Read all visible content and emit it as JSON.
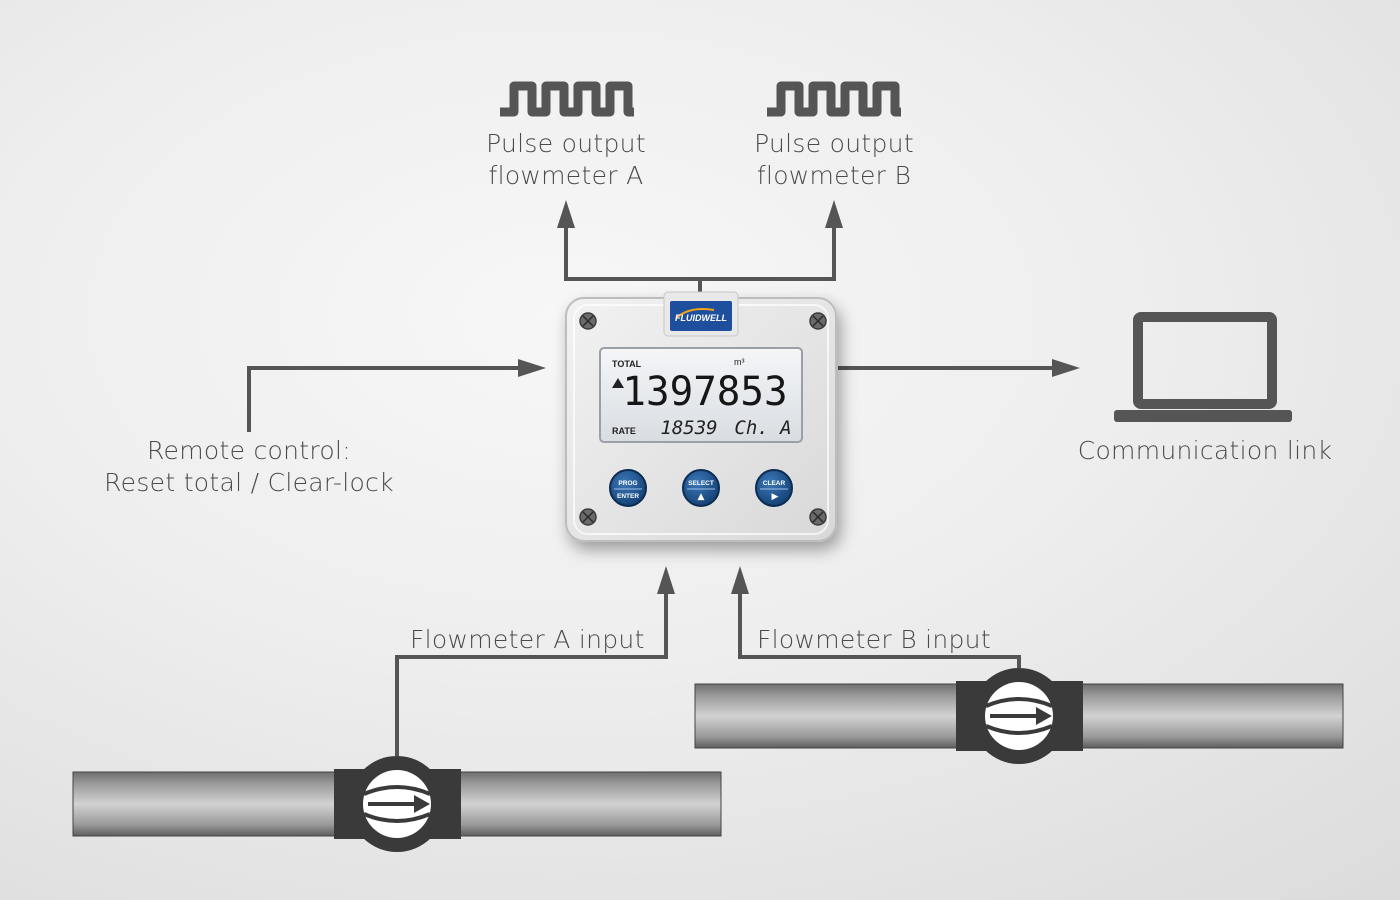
{
  "outputs": {
    "a": {
      "line1": "Pulse output",
      "line2": "flowmeter A"
    },
    "b": {
      "line1": "Pulse output",
      "line2": "flowmeter B"
    }
  },
  "remote": {
    "line1": "Remote control:",
    "line2": "Reset total / Clear-lock"
  },
  "comm": {
    "label": "Communication link"
  },
  "inputs": {
    "a": "Flowmeter A input",
    "b": "Flowmeter B input"
  },
  "device": {
    "brand": "FLUIDWELL",
    "total_label": "TOTAL",
    "unit": "m³",
    "total_value": "1397853",
    "rate_label": "RATE",
    "rate_value": "18539",
    "channel": "Ch. A",
    "buttons": {
      "prog": {
        "top": "PROG",
        "bottom": "ENTER"
      },
      "select": {
        "top": "SELECT",
        "bottom": "▲"
      },
      "clear": {
        "top": "CLEAR",
        "bottom": "▶"
      }
    }
  },
  "colors": {
    "line": "#555555",
    "text": "#4a4a4a",
    "pipe_mid": "#b4b4b4",
    "meter_body": "#3a3a3a",
    "brand_blue": "#1e4f9c"
  }
}
